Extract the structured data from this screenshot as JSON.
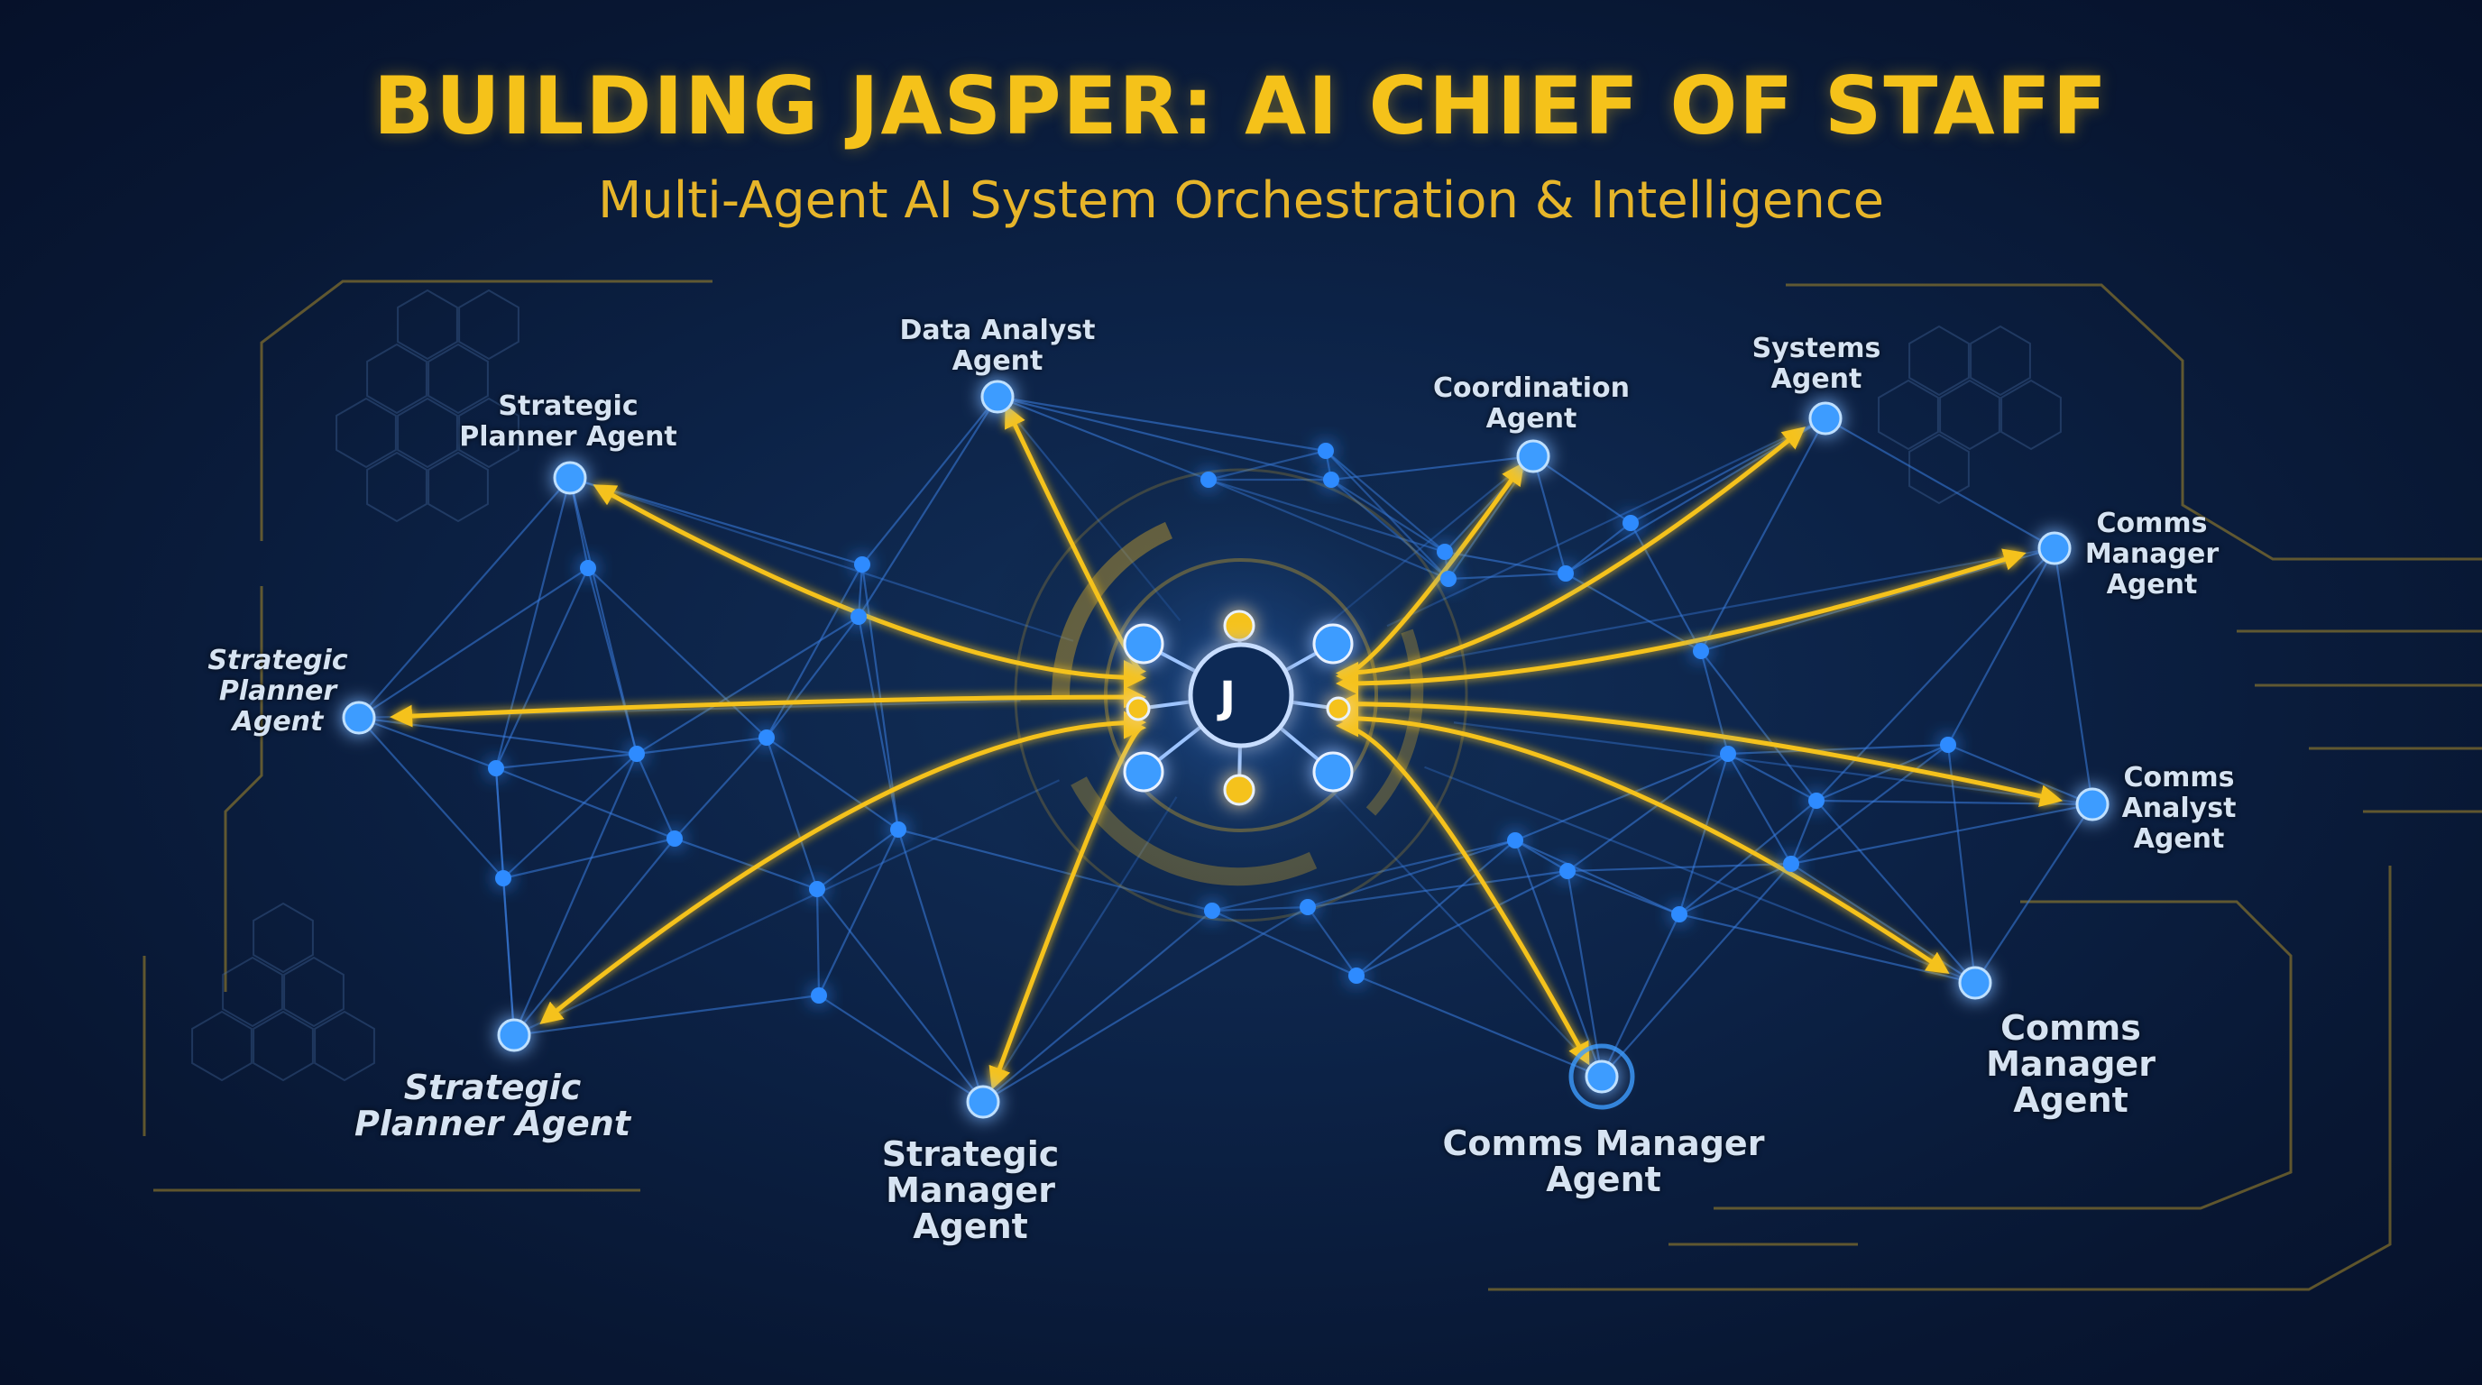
{
  "header": {
    "title": "BUILDING JASPER: AI CHIEF OF STAFF",
    "subtitle": "Multi-Agent AI System Orchestration & Intelligence"
  },
  "hub": {
    "letter": "J"
  },
  "agents": [
    {
      "id": "data-analyst",
      "label": "Data Analyst\nAgent"
    },
    {
      "id": "strategic-planner-top",
      "label": "Strategic\nPlanner Agent"
    },
    {
      "id": "coordination",
      "label": "Coordination\nAgent"
    },
    {
      "id": "systems",
      "label": "Systems\nAgent"
    },
    {
      "id": "comms-manager-right",
      "label": "Comms\nManager\nAgent"
    },
    {
      "id": "strategic-planner-left",
      "label": "Strategic\nPlanner\nAgent"
    },
    {
      "id": "comms-analyst",
      "label": "Comms\nAnalyst\nAgent"
    },
    {
      "id": "strategic-planner-bottom",
      "label": "Strategic\nPlanner Agent"
    },
    {
      "id": "strategic-manager",
      "label": "Strategic\nManager\nAgent"
    },
    {
      "id": "comms-manager-bottom",
      "label": "Comms Manager\nAgent"
    },
    {
      "id": "comms-manager-bottom-right",
      "label": "Comms\nManager\nAgent"
    }
  ],
  "colors": {
    "accent_gold": "#f5c21a",
    "node_blue": "#2f8bff",
    "link_blue": "#3a7de0",
    "background": "#0a1a33"
  }
}
